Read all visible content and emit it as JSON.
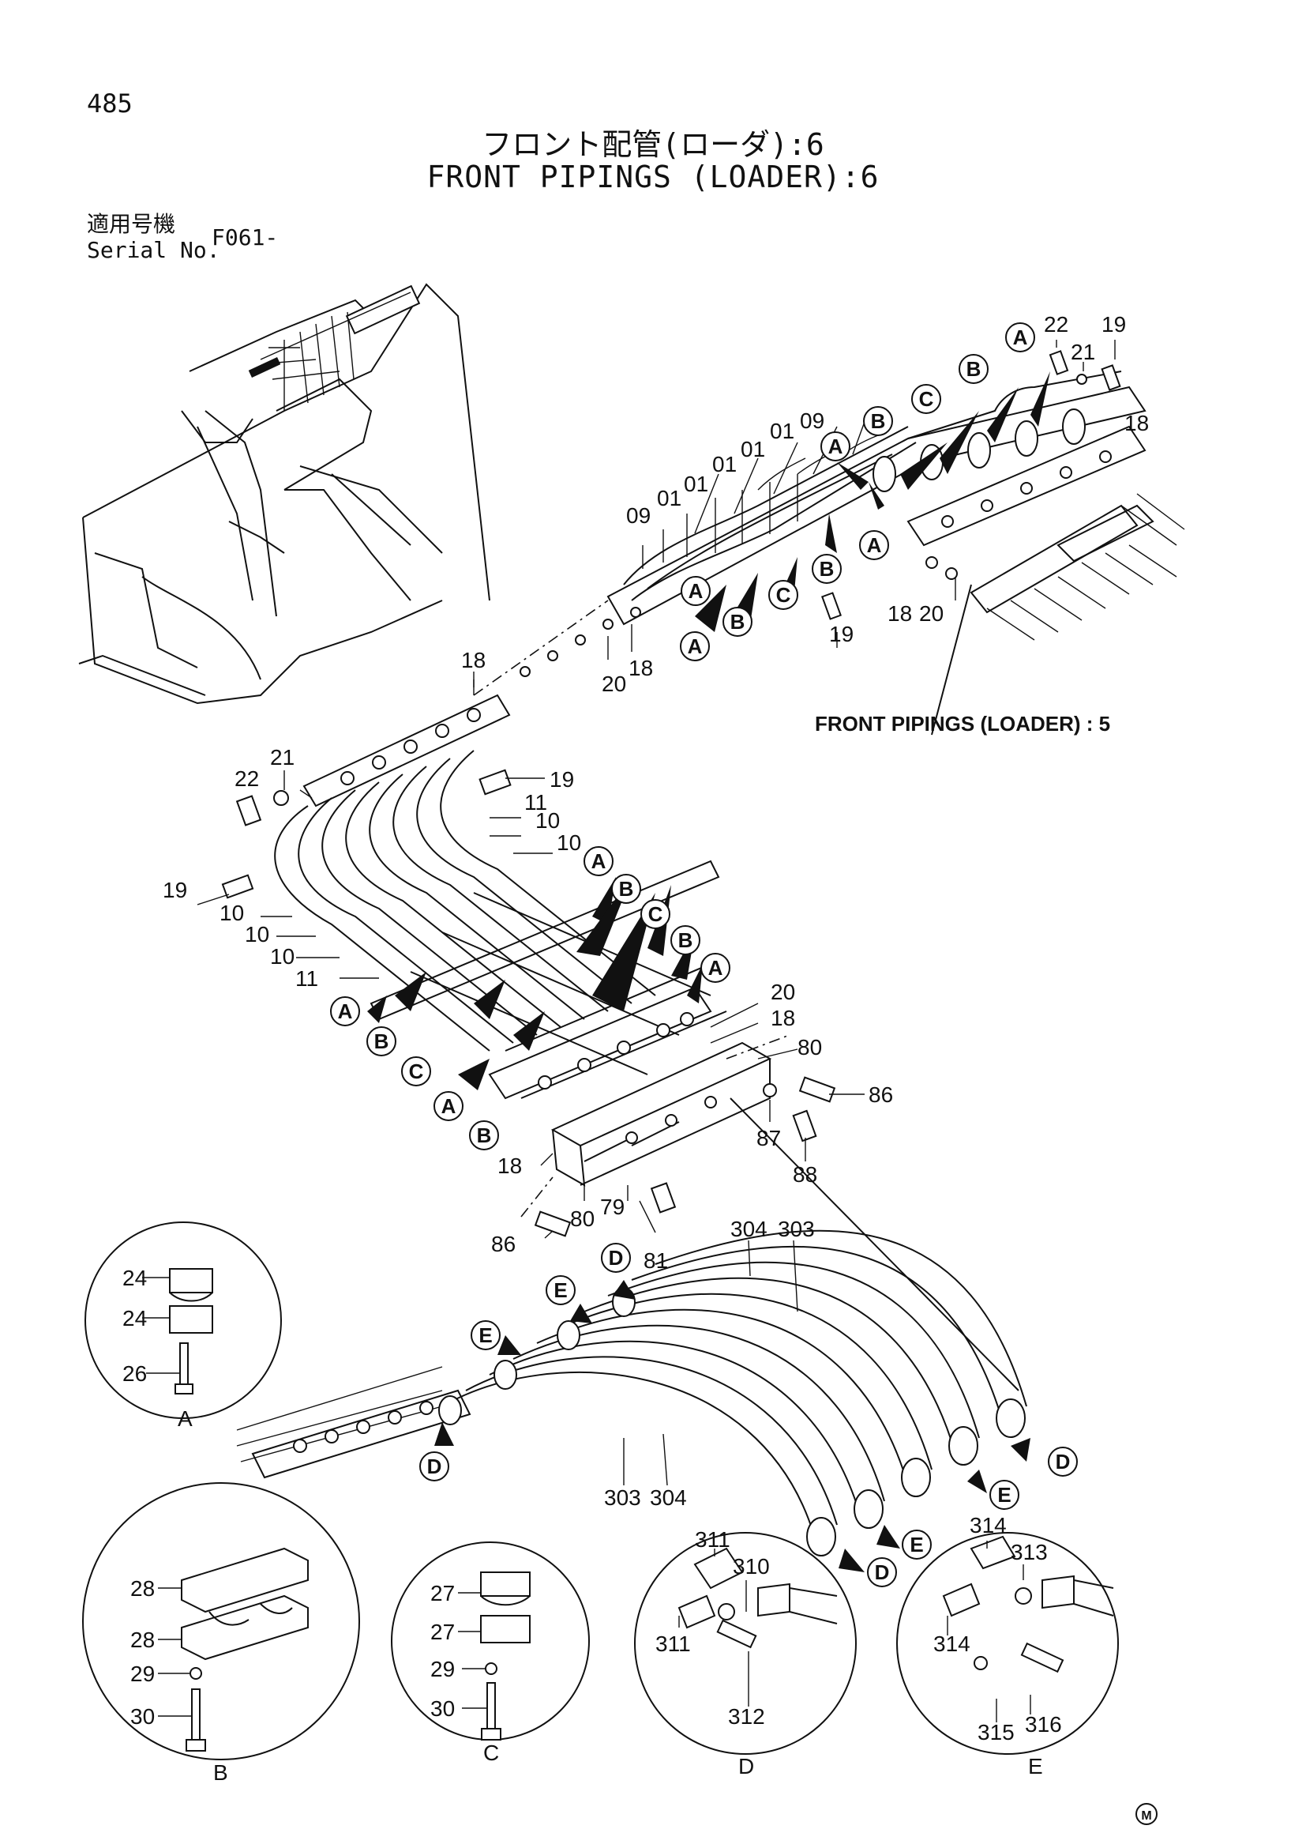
{
  "header": {
    "page_number": "485",
    "title_jp": "フロント配管(ローダ):6",
    "title_en": "FRONT PIPINGS (LOADER):6",
    "serial_label_jp": "適用号機",
    "serial_label_en": "Serial No.",
    "serial_value": "F061-"
  },
  "labels": {
    "n22": "22",
    "n19": "19",
    "n21": "21",
    "n18": "18",
    "n20": "20",
    "n09": "09",
    "n01": "01",
    "n10": "10",
    "n11": "11",
    "n80": "80",
    "n86": "86",
    "n87": "87",
    "n88": "88",
    "n79": "79",
    "n81": "81",
    "n303": "303",
    "n304": "304",
    "n24": "24",
    "n26": "26",
    "n28": "28",
    "n29": "29",
    "n30": "30",
    "n27": "27",
    "n311": "311",
    "n310": "310",
    "n312": "312",
    "n314": "314",
    "n313": "313",
    "n315": "315",
    "n316": "316"
  },
  "callouts": {
    "a": "A",
    "b": "B",
    "c": "C",
    "d": "D",
    "e": "E"
  },
  "reference_note": "FRONT  PIPINGS (LOADER)  :  5",
  "detail_views": {
    "a": "A",
    "b": "B",
    "c": "C",
    "d": "D",
    "e": "E"
  },
  "mark": "M"
}
